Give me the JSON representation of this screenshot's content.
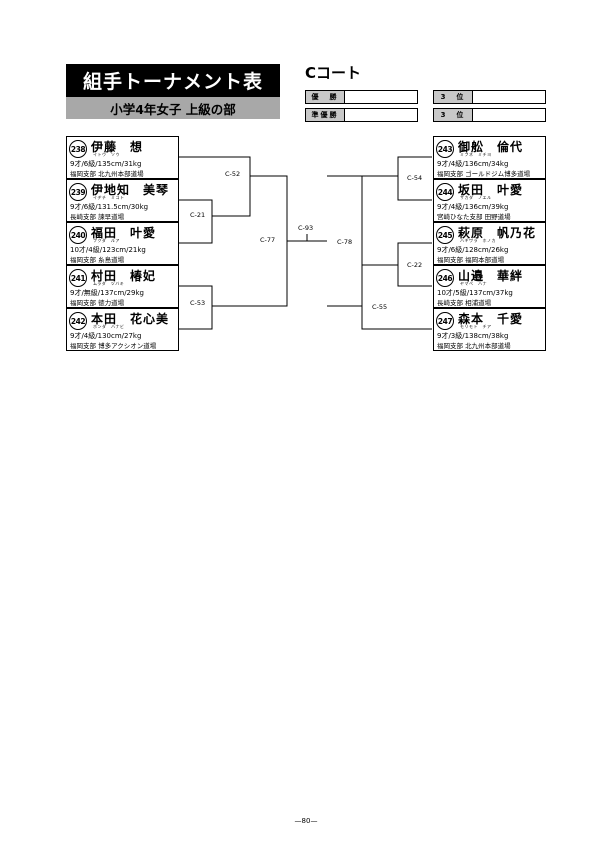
{
  "header": {
    "title": "組手トーナメント表",
    "subtitle": "小学4年女子 上級の部",
    "court": "Cコート"
  },
  "results": {
    "first": "優　勝",
    "second": "準優勝",
    "third_a": "3　位",
    "third_b": "3　位"
  },
  "left_players": [
    {
      "num": "238",
      "name": "伊藤　想",
      "kana": "イトウ　ソウ",
      "stats": "9才/6級/135cm/31kg",
      "club": "福岡支部 北九州本部道場"
    },
    {
      "num": "239",
      "name": "伊地知　美琴",
      "kana": "イヂチ　ミコト",
      "stats": "9才/6級/131.5cm/30kg",
      "club": "長崎支部 諫早道場"
    },
    {
      "num": "240",
      "name": "福田　叶愛",
      "kana": "フクダ　ルア",
      "stats": "10才/4級/123cm/21kg",
      "club": "福岡支部 糸島道場"
    },
    {
      "num": "241",
      "name": "村田　椿妃",
      "kana": "ムラタ　ツバキ",
      "stats": "9才/無級/137cm/29kg",
      "club": "福岡支部 徳力道場"
    },
    {
      "num": "242",
      "name": "本田　花心美",
      "kana": "ホンダ　ハナビ",
      "stats": "9才/4級/130cm/27kg",
      "club": "福岡支部 博多アクシオン道場"
    }
  ],
  "right_players": [
    {
      "num": "243",
      "name": "御舩　倫代",
      "kana": "ミフネ　ミチヨ",
      "stats": "9才/4級/136cm/34kg",
      "club": "福岡支部 ゴールドジム博多道場"
    },
    {
      "num": "244",
      "name": "坂田　叶愛",
      "kana": "サカタ　ノエル",
      "stats": "9才/4級/136cm/39kg",
      "club": "宮崎ひなた支部 田野道場"
    },
    {
      "num": "245",
      "name": "萩原　帆乃花",
      "kana": "ハギワラ　ホノカ",
      "stats": "9才/6級/128cm/26kg",
      "club": "福岡支部 福岡本部道場"
    },
    {
      "num": "246",
      "name": "山邉　華絆",
      "kana": "ヤマベ　ハナ",
      "stats": "10才/5級/137cm/37kg",
      "club": "長崎支部 相浦道場"
    },
    {
      "num": "247",
      "name": "森本　千愛",
      "kana": "モリモト　チア",
      "stats": "9才/3級/138cm/38kg",
      "club": "福岡支部 北九州本部道場"
    }
  ],
  "matches": {
    "c21": "C-21",
    "c52": "C-52",
    "c53": "C-53",
    "c77": "C-77",
    "c93": "C-93",
    "c78": "C-78",
    "c54": "C-54",
    "c22": "C-22",
    "c55": "C-55"
  },
  "page_number": "—80—"
}
